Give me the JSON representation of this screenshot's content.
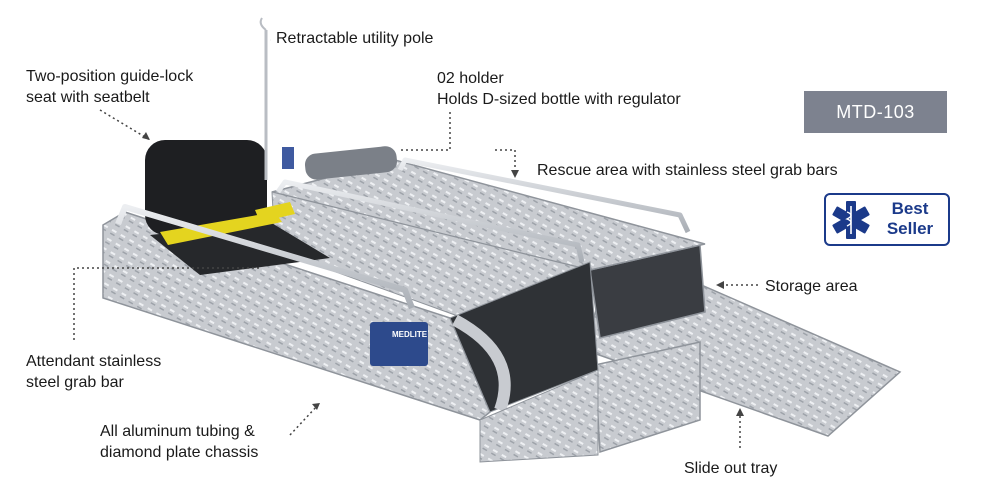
{
  "labels": {
    "pole": "Retractable utility pole",
    "seat_line1": "Two-position guide-lock",
    "seat_line2": "seat with seatbelt",
    "o2_line1": "02 holder",
    "o2_line2": "Holds D-sized bottle with regulator",
    "rescue": "Rescue area with stainless steel grab bars",
    "storage": "Storage area",
    "attendant_line1": "Attendant stainless",
    "attendant_line2": "steel grab bar",
    "chassis_line1": "All aluminum tubing &",
    "chassis_line2": "diamond plate chassis",
    "tray": "Slide out tray"
  },
  "model": "MTD-103",
  "badge": {
    "line1": "Best",
    "line2": "Seller"
  },
  "brand_logo": "MEDLITE",
  "colors": {
    "badge_bg": "#7d828f",
    "seller_blue": "#1b3a8a",
    "metal": "#c9ccd1"
  }
}
